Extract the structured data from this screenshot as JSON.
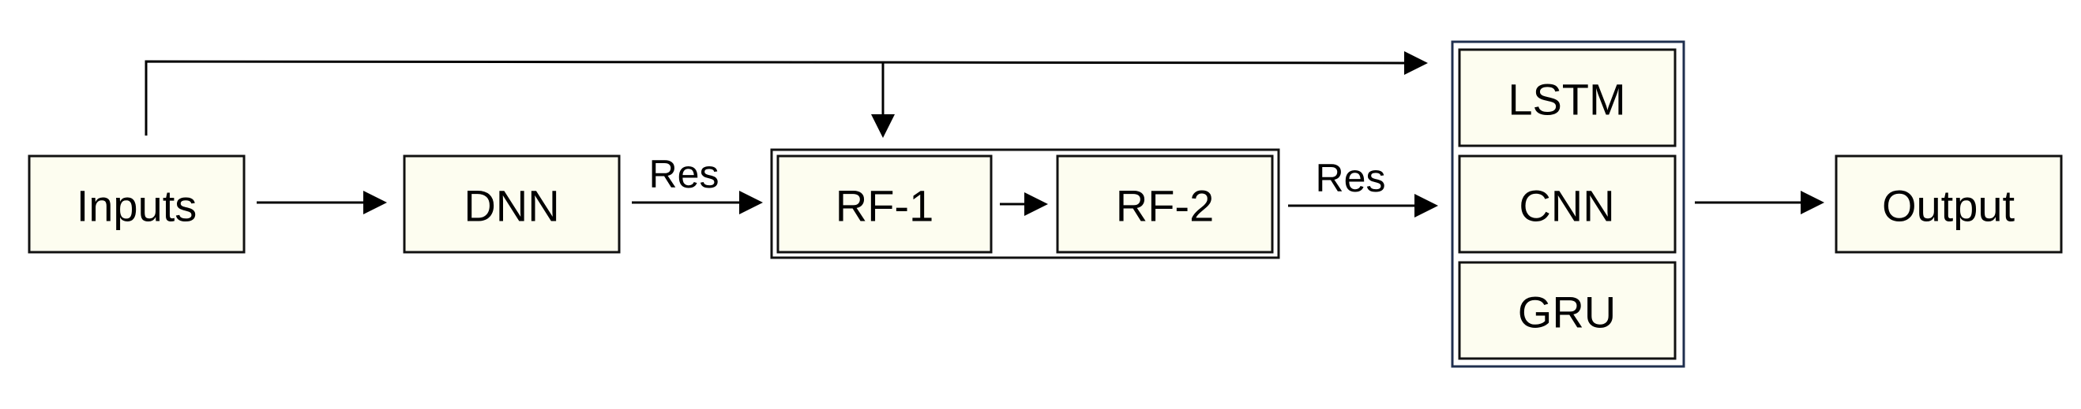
{
  "nodes": {
    "inputs": "Inputs",
    "dnn": "DNN",
    "rf1": "RF-1",
    "rf2": "RF-2",
    "lstm": "LSTM",
    "cnn": "CNN",
    "gru": "GRU",
    "output": "Output"
  },
  "edges": {
    "dnn_to_rf": "Res",
    "rf_to_seq": "Res"
  },
  "colors": {
    "node_fill": "#fdfdf0",
    "stroke": "#111111",
    "seq_group_stroke": "#1f2f4f"
  }
}
